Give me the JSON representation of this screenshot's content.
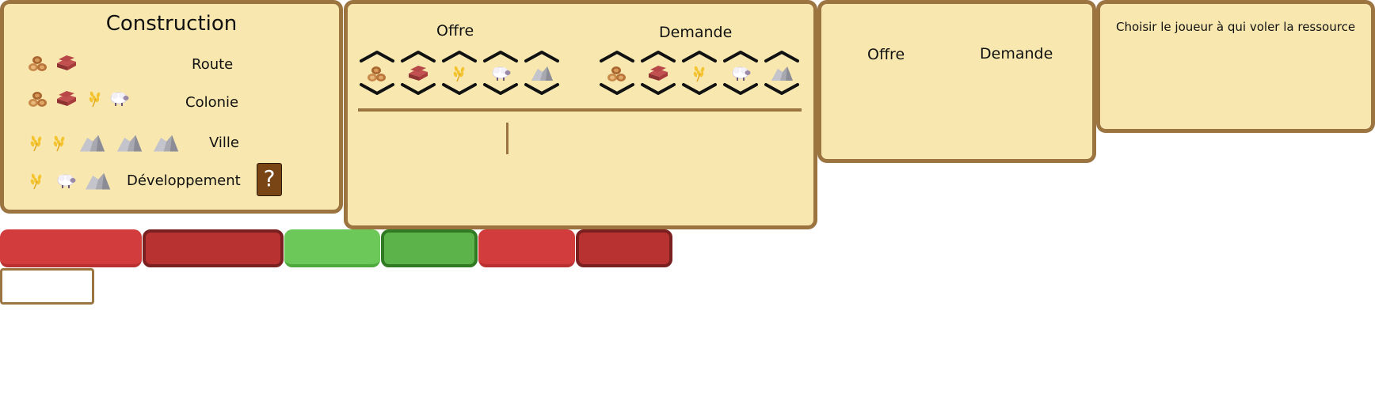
{
  "construction": {
    "title": "Construction",
    "rows": [
      {
        "label": "Route",
        "resources": [
          "wood",
          "brick"
        ]
      },
      {
        "label": "Colonie",
        "resources": [
          "wood",
          "brick",
          "wheat",
          "sheep"
        ]
      },
      {
        "label": "Ville",
        "resources": [
          "wheat",
          "wheat",
          "ore",
          "ore",
          "ore"
        ]
      },
      {
        "label": "Développement",
        "resources": [
          "wheat",
          "sheep",
          "ore"
        ]
      }
    ],
    "dev_card_symbol": "?"
  },
  "trade": {
    "offer_title": "Offre",
    "demand_title": "Demande",
    "resources": [
      "wood",
      "brick",
      "wheat",
      "sheep",
      "ore"
    ]
  },
  "trade_summary": {
    "offer_title": "Offre",
    "demand_title": "Demande"
  },
  "steal": {
    "title": "Choisir le joueur à qui voler la ressource"
  },
  "icons": {
    "wood": "wood-icon",
    "brick": "brick-icon",
    "wheat": "wheat-icon",
    "sheep": "sheep-icon",
    "ore": "ore-icon",
    "up": "chevron-up-icon",
    "down": "chevron-down-icon"
  },
  "colors": {
    "panel_bg": "#f8e8b0",
    "panel_border": "#9b7440",
    "button_red": "#d33c3c",
    "button_red_dark": "#b83232",
    "button_green": "#6cc858",
    "button_green_dark": "#5cb34a",
    "dev_card": "#7a4515"
  }
}
